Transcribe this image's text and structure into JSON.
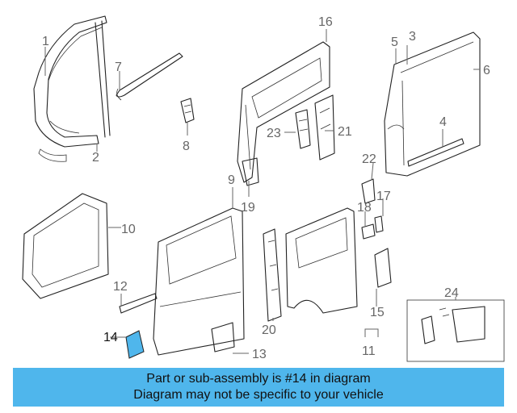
{
  "colors": {
    "banner_bg": "#4fb6ec",
    "highlight_part": "#4fb6ec",
    "line": "#222222",
    "callout_text": "#666666"
  },
  "callouts": {
    "p1": "1",
    "p2": "2",
    "p3": "3",
    "p4": "4",
    "p5": "5",
    "p6": "6",
    "p7": "7",
    "p8": "8",
    "p9": "9",
    "p10": "10",
    "p11": "11",
    "p12": "12",
    "p13": "13",
    "p14": "14",
    "p15": "15",
    "p16": "16",
    "p17": "17",
    "p18": "18",
    "p19": "19",
    "p20": "20",
    "p21": "21",
    "p22": "22",
    "p23": "23",
    "p24": "24"
  },
  "banner": {
    "line1": "Part or sub-assembly is #14 in diagram",
    "line2": "Diagram may not be specific to your vehicle"
  }
}
